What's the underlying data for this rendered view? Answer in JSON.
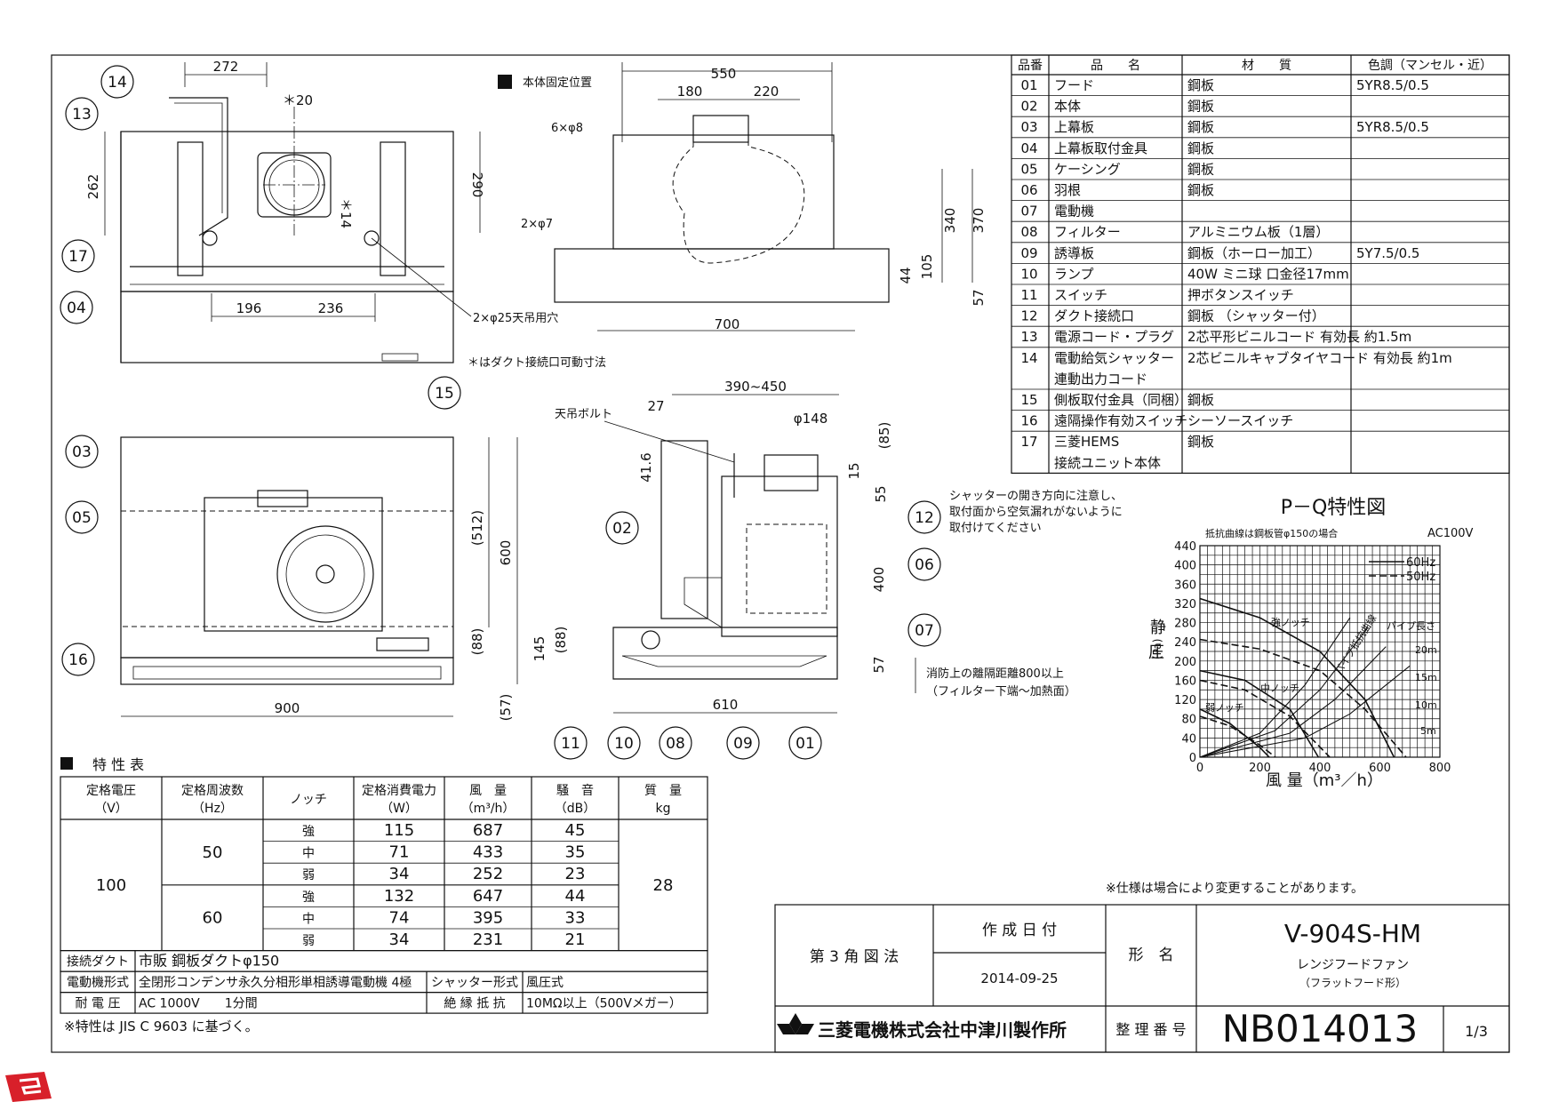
{
  "parts_table": {
    "headers": [
      "品番",
      "品　　名",
      "材　　質",
      "色調（マンセル・近）"
    ],
    "rows": [
      [
        "01",
        "フード",
        "鋼板",
        "5YR8.5/0.5"
      ],
      [
        "02",
        "本体",
        "鋼板",
        ""
      ],
      [
        "03",
        "上幕板",
        "鋼板",
        "5YR8.5/0.5"
      ],
      [
        "04",
        "上幕板取付金具",
        "鋼板",
        ""
      ],
      [
        "05",
        "ケーシング",
        "鋼板",
        ""
      ],
      [
        "06",
        "羽根",
        "鋼板",
        ""
      ],
      [
        "07",
        "電動機",
        "",
        ""
      ],
      [
        "08",
        "フィルター",
        "アルミニウム板（1層）",
        ""
      ],
      [
        "09",
        "誘導板",
        "鋼板（ホーロー加工）",
        "5Y7.5/0.5"
      ],
      [
        "10",
        "ランプ",
        "40W ミニ球 口金径17mm",
        ""
      ],
      [
        "11",
        "スイッチ",
        "押ボタンスイッチ",
        ""
      ],
      [
        "12",
        "ダクト接続口",
        "鋼板 （シャッター付）",
        ""
      ],
      [
        "13",
        "電源コード・プラグ",
        "2芯平形ビニルコード 有効長 約1.5m",
        ""
      ],
      [
        "14",
        "電動給気シャッター\n連動出力コード",
        "2芯ビニルキャブタイヤコード 有効長 約1m",
        ""
      ],
      [
        "15",
        "側板取付金具（同梱）",
        "鋼板",
        ""
      ],
      [
        "16",
        "遠隔操作有効スイッチ",
        "シーソースイッチ",
        ""
      ],
      [
        "17",
        "三菱HEMS\n接続ユニット本体",
        "鋼板",
        ""
      ]
    ]
  },
  "views": {
    "fix_position_label": "本体固定位置",
    "duct_note": "＊はダクト接続口可動寸法",
    "hanging_bolt": "天吊ボルト",
    "shutter_note": [
      "シャッターの開き方向に注意し、",
      "取付面から空気漏れがないように",
      "取付けてください"
    ],
    "fire_note": [
      "消防上の離隔距離800以上",
      "（フィルター下端～加熱面）"
    ],
    "hole_label_1": "6×φ8",
    "hole_label_2": "2×φ7",
    "hole_label_3": "2×φ25天吊用穴",
    "top_dims": [
      "272",
      "＊20",
      "262",
      "290",
      "＊14",
      "196",
      "236"
    ],
    "side_dims": [
      "550",
      "180",
      "220",
      "340",
      "370",
      "105",
      "44",
      "57",
      "700"
    ],
    "front_dims": [
      "(512)",
      "600",
      "(88)",
      "(57)",
      "900"
    ],
    "section_dims": [
      "390~450",
      "27",
      "145",
      "φ148",
      "(85)",
      "41.6",
      "15",
      "55",
      "400",
      "145",
      "(88)",
      "57",
      "610"
    ]
  },
  "callouts": [
    "14",
    "13",
    "17",
    "04",
    "15",
    "03",
    "05",
    "16",
    "02",
    "12",
    "06",
    "07",
    "11",
    "10",
    "08",
    "09",
    "01"
  ],
  "pq_chart": {
    "title": "P－Q特性図",
    "note": "抵抗曲線は鋼板管φ150の場合",
    "power": "AC100V",
    "legend": [
      "60Hz",
      "50Hz"
    ],
    "ylabel": [
      "静",
      "圧",
      "(Pa)"
    ],
    "xlabel": "風 量（m³／h）",
    "y_ticks": [
      "440",
      "400",
      "360",
      "320",
      "280",
      "240",
      "200",
      "160",
      "120",
      "80",
      "40",
      "0"
    ],
    "x_ticks": [
      "0",
      "200",
      "400",
      "600",
      "800"
    ],
    "curve_labels": [
      "強ノッチ",
      "中ノッチ",
      "弱ノッチ",
      "パイプ抵抗曲線",
      "パイプ長さ",
      "20m",
      "15m",
      "10m",
      "5m"
    ]
  },
  "chart_data": {
    "type": "line",
    "title": "P－Q特性図",
    "xlabel": "風 量（m³／h）",
    "ylabel": "静圧(Pa)",
    "xlim": [
      0,
      800
    ],
    "ylim": [
      0,
      440
    ],
    "grid": true,
    "series": [
      {
        "name": "60Hz",
        "notch": "強ノッチ",
        "points": [
          [
            0,
            330
          ],
          [
            200,
            290
          ],
          [
            400,
            220
          ],
          [
            550,
            120
          ],
          [
            647,
            0
          ]
        ]
      },
      {
        "name": "50Hz",
        "notch": "強ノッチ",
        "points": [
          [
            0,
            245
          ],
          [
            200,
            225
          ],
          [
            400,
            180
          ],
          [
            550,
            100
          ],
          [
            687,
            0
          ]
        ]
      },
      {
        "name": "60Hz",
        "notch": "中ノッチ",
        "points": [
          [
            0,
            180
          ],
          [
            150,
            160
          ],
          [
            300,
            100
          ],
          [
            395,
            0
          ]
        ]
      },
      {
        "name": "50Hz",
        "notch": "中ノッチ",
        "points": [
          [
            0,
            160
          ],
          [
            150,
            140
          ],
          [
            300,
            85
          ],
          [
            433,
            0
          ]
        ]
      },
      {
        "name": "60Hz",
        "notch": "弱ノッチ",
        "points": [
          [
            0,
            100
          ],
          [
            100,
            70
          ],
          [
            200,
            20
          ],
          [
            231,
            0
          ]
        ]
      },
      {
        "name": "50Hz",
        "notch": "弱ノッチ",
        "points": [
          [
            0,
            85
          ],
          [
            100,
            65
          ],
          [
            200,
            25
          ],
          [
            252,
            0
          ]
        ]
      },
      {
        "name": "20m",
        "points": [
          [
            0,
            0
          ],
          [
            200,
            50
          ],
          [
            350,
            150
          ],
          [
            500,
            290
          ]
        ]
      },
      {
        "name": "15m",
        "points": [
          [
            0,
            0
          ],
          [
            250,
            55
          ],
          [
            400,
            140
          ],
          [
            560,
            270
          ]
        ]
      },
      {
        "name": "10m",
        "points": [
          [
            0,
            0
          ],
          [
            300,
            50
          ],
          [
            450,
            120
          ],
          [
            620,
            230
          ]
        ]
      },
      {
        "name": "5m",
        "points": [
          [
            0,
            0
          ],
          [
            350,
            40
          ],
          [
            500,
            90
          ],
          [
            700,
            190
          ]
        ]
      }
    ]
  },
  "spec_table": {
    "heading": "特 性 表",
    "headers": [
      "定格電圧\n（V）",
      "定格周波数\n（Hz）",
      "ノッチ",
      "定格消費電力\n（W）",
      "風　量\n（m³/h）",
      "騒　音\n（dB）",
      "質　量\nkg"
    ],
    "voltage": "100",
    "mass": "28",
    "groups": [
      {
        "hz": "50",
        "rows": [
          [
            "強",
            "115",
            "687",
            "45"
          ],
          [
            "中",
            "71",
            "433",
            "35"
          ],
          [
            "弱",
            "34",
            "252",
            "23"
          ]
        ]
      },
      {
        "hz": "60",
        "rows": [
          [
            "強",
            "132",
            "647",
            "44"
          ],
          [
            "中",
            "74",
            "395",
            "33"
          ],
          [
            "弱",
            "34",
            "231",
            "21"
          ]
        ]
      }
    ],
    "footer": [
      {
        "label": "接続ダクト",
        "value": "市販 鋼板ダクトφ150"
      },
      {
        "label": "電動機形式",
        "value": "全閉形コンデンサ永久分相形単相誘導電動機 4極",
        "label2": "シャッター形式",
        "value2": "風圧式"
      },
      {
        "label": "耐 電 圧",
        "value": "AC 1000V　　1分間",
        "label2": "絶 縁 抵 抗",
        "value2": "10MΩ以上（500Vメガー）"
      }
    ],
    "note": "※特性は JIS C 9603 に基づく。"
  },
  "title_block": {
    "change_note": "※仕様は場合により変更することがあります。",
    "projection": "第 3 角 図 法",
    "date_label": "作 成 日 付",
    "date": "2014-09-25",
    "model_label": "形　名",
    "model": "V-904S-HM",
    "product": "レンジフードファン",
    "product_sub": "（フラットフード形）",
    "company": "三菱電機株式会社中津川製作所",
    "number_label": "整 理 番 号",
    "number": "NB014013",
    "page": "1/3"
  },
  "colors": {
    "line": "#111111",
    "logo_red": "#d8202a",
    "mitsubishi_red": "#111111"
  }
}
